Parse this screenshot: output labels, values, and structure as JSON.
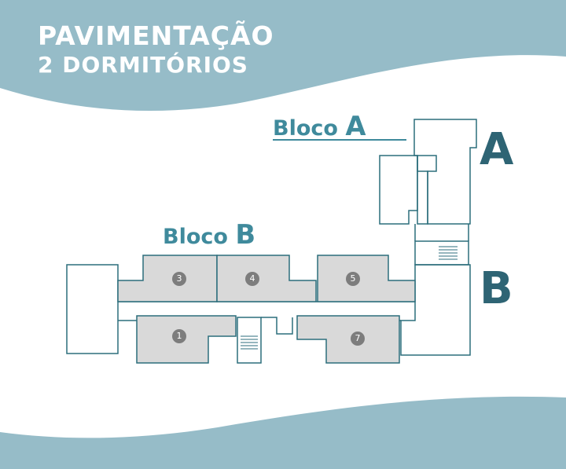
{
  "title": {
    "line1": "PAVIMENTAÇÃO",
    "line2": "2 DORMITÓRIOS"
  },
  "blocks": {
    "a_label_prefix": "Bloco ",
    "a_label_letter": "A",
    "b_label_prefix": "Bloco ",
    "b_label_letter": "B",
    "a_letter": "A",
    "b_letter": "B"
  },
  "units": [
    "3",
    "4",
    "5",
    "1",
    "7"
  ],
  "colors": {
    "wave": "#96bcc8",
    "accent": "#3f8a9c",
    "dark": "#2e6474",
    "line": "#2c6e7c",
    "unit_fill": "#d9d9d9",
    "badge": "#7d7d7d"
  }
}
